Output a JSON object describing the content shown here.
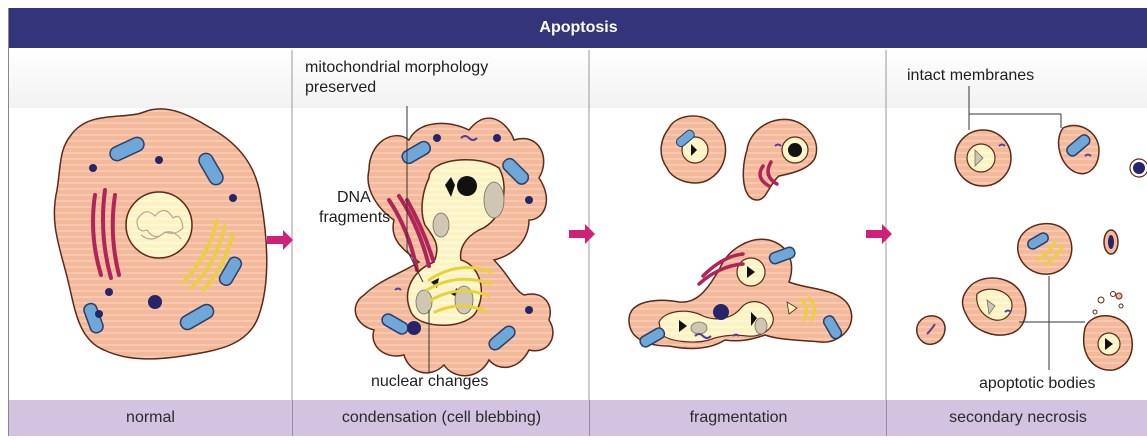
{
  "title": "Apoptosis",
  "stages": [
    {
      "caption": "normal"
    },
    {
      "caption": "condensation (cell blebbing)"
    },
    {
      "caption": "fragmentation"
    },
    {
      "caption": "secondary necrosis"
    }
  ],
  "annotations": {
    "mito_line1": "mitochondrial morphology",
    "mito_line2": "preserved",
    "dna_line1": "DNA",
    "dna_line2": "fragments",
    "nuclear": "nuclear changes",
    "membranes": "intact membranes",
    "bodies": "apoptotic bodies"
  },
  "colors": {
    "header": "#34347a",
    "cell_fill": "#f4b89a",
    "cell_outline": "#5a2a1a",
    "nucleus": "#fbf3c2",
    "golgi": "#e8d23a",
    "er": "#b0245a",
    "mitochondria": "#6fa8d8",
    "arrow": "#d1207a",
    "caption_bar": "#d3c3e0"
  }
}
